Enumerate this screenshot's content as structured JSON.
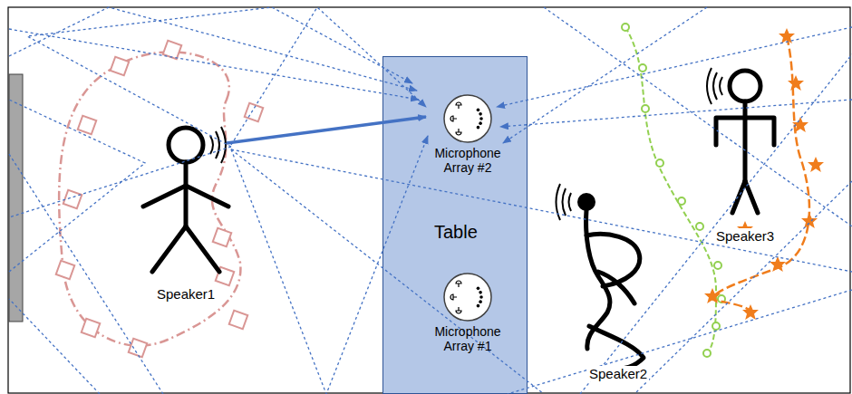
{
  "diagram": {
    "nodes": [
      {
        "text": [
          "Table"
        ]
      },
      {
        "text": [
          "Microphone Array #2"
        ],
        "in": 0
      },
      {
        "text": [
          "Microphone Array #1"
        ],
        "in": 0
      }
    ],
    "labels": [
      "Speaker1",
      "Speaker2",
      "Speaker3"
    ]
  }
}
